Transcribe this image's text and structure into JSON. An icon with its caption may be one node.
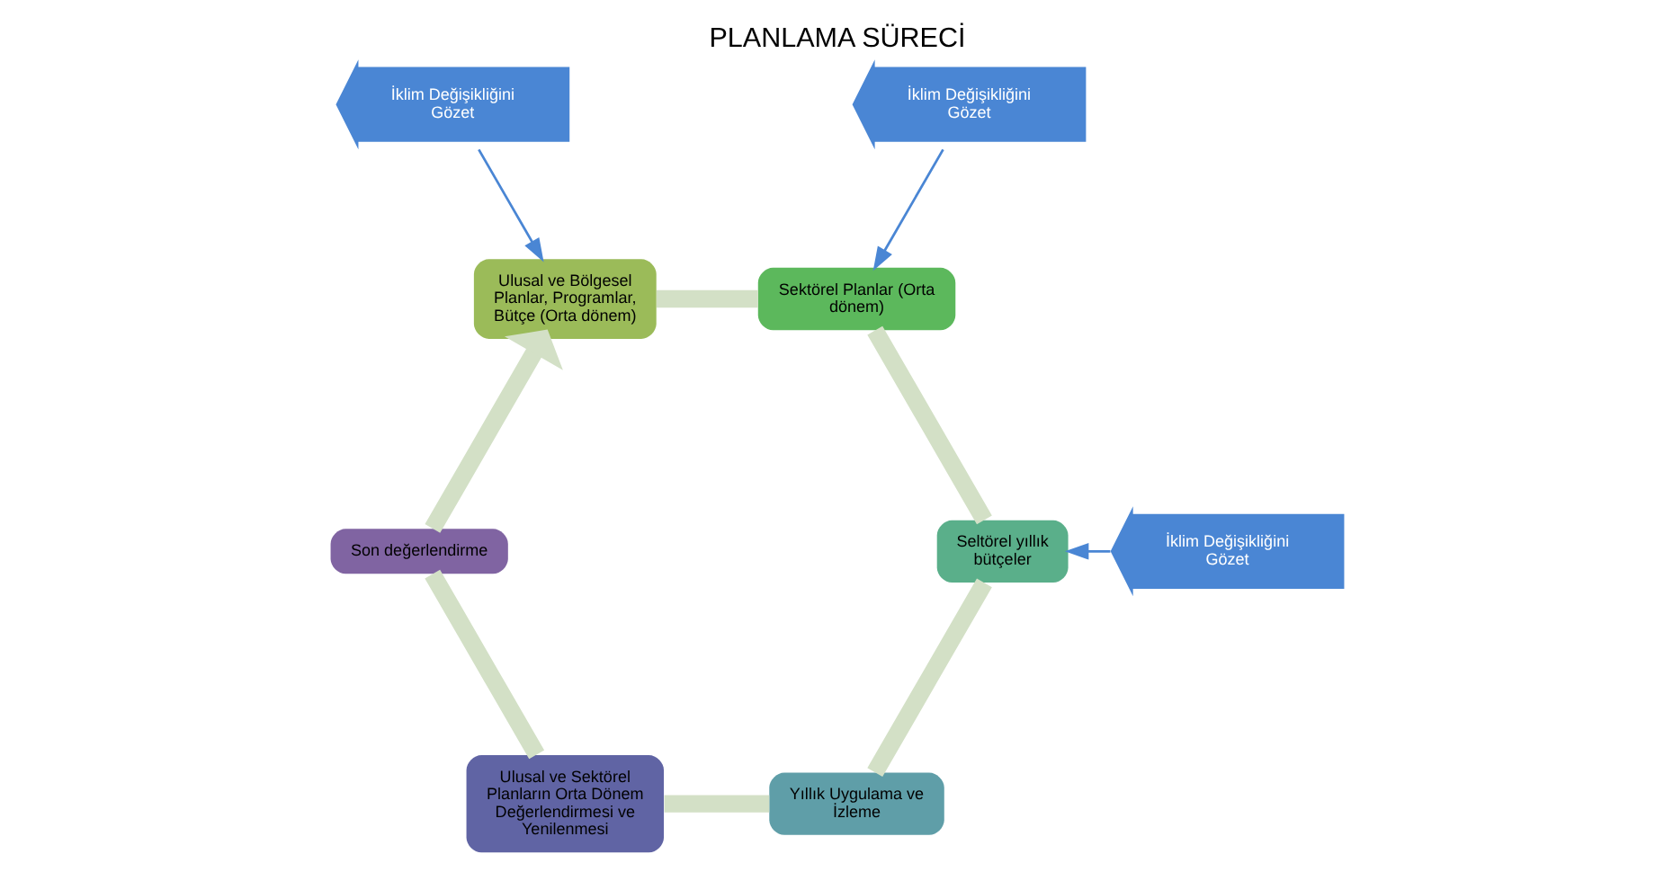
{
  "diagram": {
    "title": "PLANLAMA SÜRECİ",
    "nodes": [
      {
        "text": [
          "Ulusal ve Bölgesel Planlar, Programlar, Bütçe (Orta dönem)"
        ]
      },
      {
        "text": [
          "Sektörel Planlar (Orta dönem)"
        ]
      },
      {
        "text": [
          "Seltörel yıllık bütçeler"
        ]
      },
      {
        "text": [
          "Yıllık Uygulama ve İzleme"
        ]
      },
      {
        "text": [
          "Ulusal ve Sektörel Planların Orta Dönem Değerlendirmesi ve Yenilenmesi"
        ]
      },
      {
        "text": [
          "Son değerlendirme"
        ]
      },
      {
        "text": [
          "İklim Değişikliğini Gözet"
        ]
      },
      {
        "text": [
          "İklim Değişikliğini Gözet"
        ]
      },
      {
        "text": [
          "İklim Değişikliğini Gözet"
        ]
      }
    ],
    "edges": [
      {
        "from": 0,
        "to": 1,
        "arrow": "none"
      },
      {
        "from": 1,
        "to": 2,
        "arrow": "none"
      },
      {
        "from": 2,
        "to": 3,
        "arrow": "none"
      },
      {
        "from": 3,
        "to": 4,
        "arrow": "none"
      },
      {
        "from": 4,
        "to": 5,
        "arrow": "none"
      },
      {
        "from": 5,
        "to": 0,
        "arrow": "to"
      },
      {
        "from": 6,
        "to": 0,
        "arrow": "to",
        "color": "#4a86d4"
      },
      {
        "from": 7,
        "to": 1,
        "arrow": "to",
        "color": "#4a86d4"
      },
      {
        "from": 8,
        "to": 2,
        "arrow": "to",
        "color": "#4a86d4"
      }
    ]
  }
}
